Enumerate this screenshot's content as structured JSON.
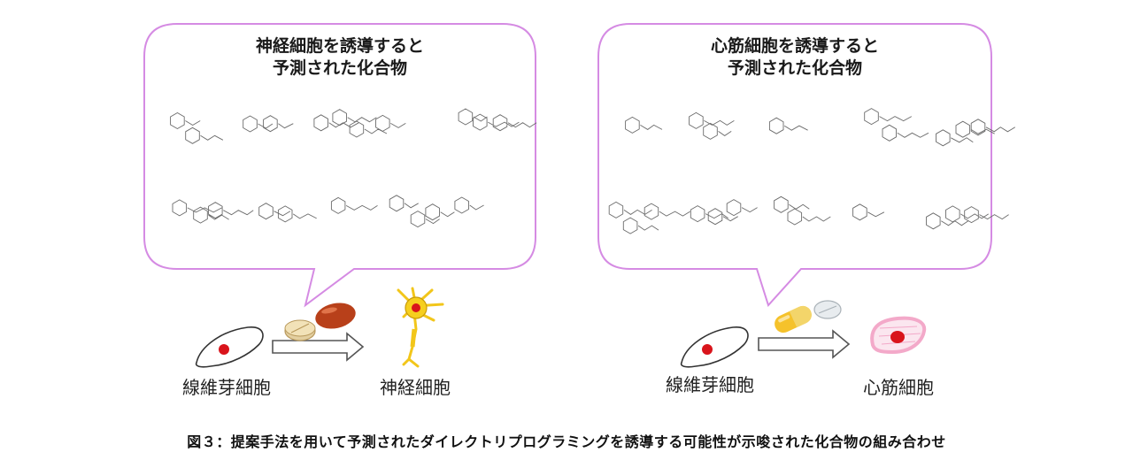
{
  "panels": [
    {
      "id": "neuron",
      "title_line1": "神経細胞を誘導すると",
      "title_line2": "予測された化合物",
      "source_label": "線維芽細胞",
      "target_label": "神経細胞",
      "compound_count": 10
    },
    {
      "id": "cardio",
      "title_line1": "心筋細胞を誘導すると",
      "title_line2": "予測された化合物",
      "source_label": "線維芽細胞",
      "target_label": "心筋細胞",
      "compound_count": 10
    }
  ],
  "caption": "図３：提案手法を用いて予測されたダイレクトリプログラミングを誘導する可能性が示唆された化合物の組み合わせ",
  "colors": {
    "balloon_border": "#d58be3",
    "nucleus": "#d9141b",
    "neuron_body": "#f6cf1e",
    "capsule_yellow": "#f5c22b",
    "tablet_brown": "#b8401a",
    "cardio_cell": "#f3a9c9",
    "arrow": "#555555"
  },
  "icons": [
    "fibroblast-cell-icon",
    "arrow-right-icon",
    "tablet-icon",
    "capsule-icon",
    "neuron-icon",
    "cardiomyocyte-icon",
    "molecule-structure-icon"
  ]
}
